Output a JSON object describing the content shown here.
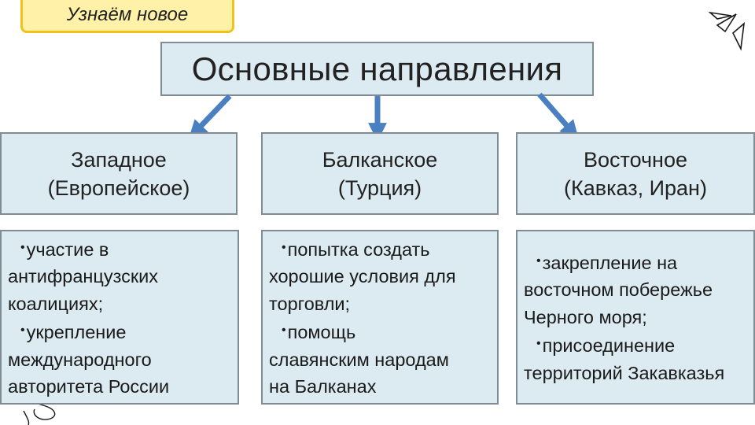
{
  "badge": {
    "text": "Узнаём новое"
  },
  "title": "Основные направления",
  "directions": [
    {
      "name": "Западное",
      "sub": "(Европейское)",
      "points": [
        {
          "lines": [
            "участие в",
            "антифранцузских",
            "коалициях;"
          ]
        },
        {
          "lines": [
            "укрепление",
            "международного",
            "авторитета России"
          ]
        }
      ]
    },
    {
      "name": "Балканское",
      "sub": "(Турция)",
      "points": [
        {
          "lines": [
            "попытка создать",
            "хорошие условия для",
            "торговли;"
          ]
        },
        {
          "lines": [
            "помощь",
            "славянским народам",
            "на Балканах"
          ]
        }
      ]
    },
    {
      "name": "Восточное",
      "sub": "(Кавказ, Иран)",
      "points": [
        {
          "lines": [
            "закрепление на",
            "восточном побережье",
            "Черного моря;"
          ]
        },
        {
          "lines": [
            "присоединение",
            "территорий Закавказья"
          ]
        }
      ]
    }
  ],
  "colors": {
    "box_fill": "#dcebf1",
    "box_border": "#7f8c94",
    "arrow": "#4a7fc1",
    "badge_fill": "#fff2a8",
    "badge_border": "#f2c21b"
  },
  "icons": [
    "arrow-down-left-icon",
    "arrow-down-icon",
    "arrow-down-right-icon",
    "sparkle-doodle-icon",
    "swirl-doodle-icon"
  ]
}
